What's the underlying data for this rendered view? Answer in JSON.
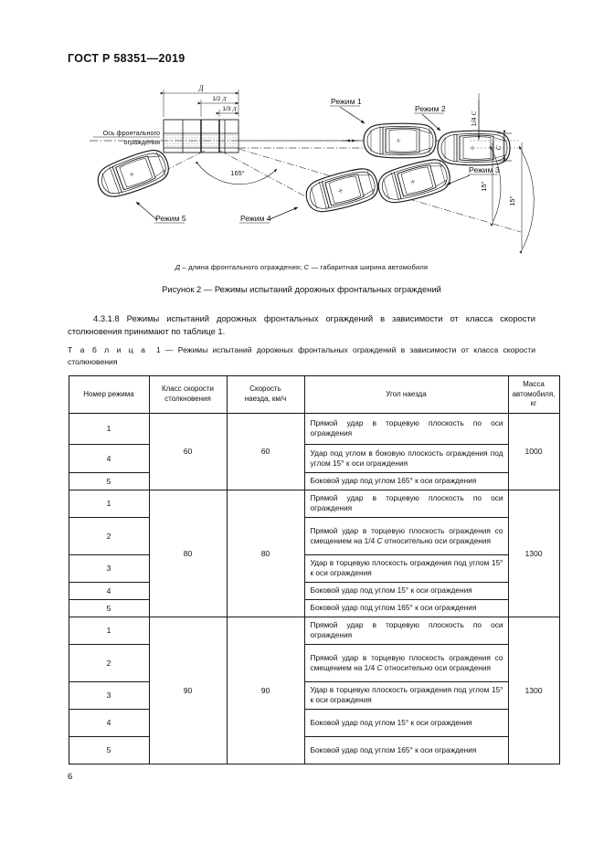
{
  "document": {
    "standard_title": "ГОСТ Р 58351—2019",
    "page_number": "6"
  },
  "figure": {
    "axis_label_line1": "Ось фронтального",
    "axis_label_line2": "ограждения",
    "dim_d": "Д",
    "dim_half_d": "1/2 Д",
    "dim_third_d": "1/3 Д",
    "dim_quarter_c": "1/4 С",
    "dim_c": "С",
    "angle_165": "165°",
    "angle_15_a": "15°",
    "angle_15_b": "15°",
    "mode_1": "Режим 1",
    "mode_2": "Режим 2",
    "mode_3": "Режим 3",
    "mode_4": "Режим 4",
    "mode_5": "Режим 5",
    "note": "Д – длина фронтального ограждения; С — габаритная ширина автомобиля",
    "note_sym_d": "Д",
    "note_mid": " – длина фронтального ограждения; ",
    "note_sym_c": "С",
    "note_end": " — габаритная ширина автомобиля",
    "caption": "Рисунок 2 — Режимы испытаний дорожных фронтальных ограждений"
  },
  "body": {
    "clause_text": "4.3.1.8 Режимы испытаний дорожных фронтальных ограждений в зависимости от класса скорости столкновения принимают по таблице 1.",
    "table_title_word": "Т а б л и ц а",
    "table_title_rest": "1 — Режимы испытаний дорожных фронтальных ограждений в зависимости от класса скорости столкновения"
  },
  "table": {
    "headers": {
      "mode_number": "Номер режима",
      "speed_class_line1": "Класс скорости",
      "speed_class_line2": "столкновения",
      "impact_speed_line1": "Скорость",
      "impact_speed_line2": "наезда, км/ч",
      "impact_angle": "Угол наезда",
      "mass_line1": "Масса",
      "mass_line2": "автомобиля, кг"
    },
    "groups": [
      {
        "speed_class": "60",
        "impact_speed": "60",
        "mass": "1000",
        "rows": [
          {
            "mode": "1",
            "angle": "Прямой удар в торцевую плоскость по оси ограждения"
          },
          {
            "mode": "4",
            "angle": "Удар под углом в боковую плоскость ограждения под углом 15° к оси ограждения"
          },
          {
            "mode": "5",
            "angle": "Боковой удар под углом 165° к оси ограждения"
          }
        ]
      },
      {
        "speed_class": "80",
        "impact_speed": "80",
        "mass": "1300",
        "rows": [
          {
            "mode": "1",
            "angle": "Прямой удар в торцевую плоскость по оси ограждения"
          },
          {
            "mode": "2",
            "angle": "Прямой удар в торцевую плоскость ограждения со смещением на 1/4 С относительно оси ограждения"
          },
          {
            "mode": "3",
            "angle": "Удар в торцевую плоскость ограждения под углом 15° к оси ограждения"
          },
          {
            "mode": "4",
            "angle": "Боковой удар под углом 15° к оси ограждения"
          },
          {
            "mode": "5",
            "angle": "Боковой удар под углом 165° к оси ограждения"
          }
        ]
      },
      {
        "speed_class": "90",
        "impact_speed": "90",
        "mass": "1300",
        "rows": [
          {
            "mode": "1",
            "angle": "Прямой удар в торцевую плоскость по оси ограждения"
          },
          {
            "mode": "2",
            "angle": "Прямой удар в торцевую плоскость ограждения со смещением на 1/4 С относительно оси ограждения"
          },
          {
            "mode": "3",
            "angle": "Удар в торцевую плоскость ограждения под углом 15° к оси ограждения"
          },
          {
            "mode": "4",
            "angle": "Боковой удар под углом 15° к оси ограждения"
          },
          {
            "mode": "5",
            "angle": "Боковой удар под углом 165° к оси ограждения"
          }
        ]
      }
    ]
  }
}
